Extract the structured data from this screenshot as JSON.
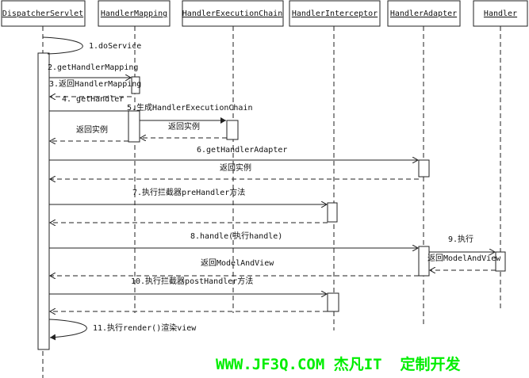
{
  "participants": [
    {
      "label": "DispatcherServlet"
    },
    {
      "label": "HandlerMapping"
    },
    {
      "label": "HandlerExecutionChain"
    },
    {
      "label": "HandlerInterceptor"
    },
    {
      "label": "HandlerAdapter"
    },
    {
      "label": "Handler"
    }
  ],
  "messages": {
    "m1": "1.doService",
    "m2": "2.getHandlerMapping",
    "m3": "3.返回HandlerMapping",
    "m4": "4.  getHandler",
    "m5": "5.生成HandlerExecutionChain",
    "r5a": "返回实例",
    "r5b": "返回实例",
    "m6": "6.getHandlerAdapter",
    "r6": "返回实例",
    "m7": "7.执行拦截器preHandler方法",
    "m8": "8.handle(执行handle)",
    "m9": "9.执行",
    "r9": "返回ModelAndView",
    "r8": "返回ModelAndView",
    "m10": "10.执行拦截器postHandler方法",
    "m11": "11.执行render()渲染view"
  },
  "footer": "WWW.JF3Q.COM 杰凡IT  定制开发"
}
